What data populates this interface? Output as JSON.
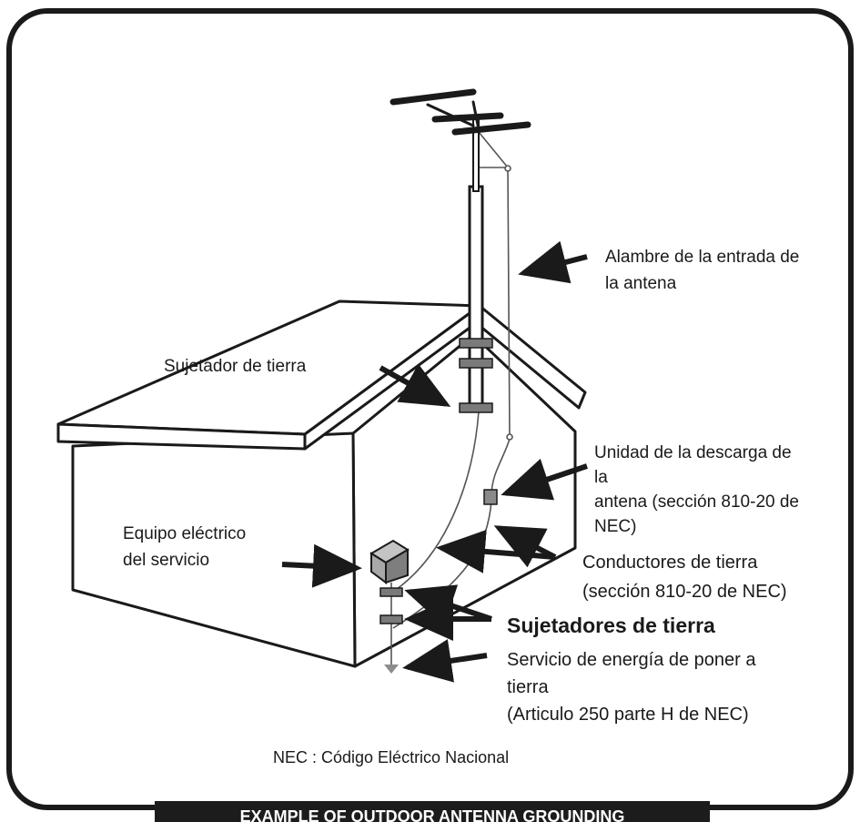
{
  "labels": {
    "antenna_lead_in": [
      "Alambre de la entrada de",
      "la antena"
    ],
    "ground_clamp": "Sujetador de tierra",
    "discharge_unit": [
      "Unidad de la descarga de",
      "la",
      "antena (sección 810-20 de",
      "NEC)"
    ],
    "service_equipment": [
      "Equipo eléctrico",
      "del servicio"
    ],
    "grounding_conductors": [
      "Conductores de tierra",
      "(sección 810-20 de NEC)"
    ],
    "ground_clamps": "Sujetadores de tierra",
    "power_service_ground": [
      "Servicio de energía de poner a",
      "tierra",
      "(Articulo 250 parte H de NEC)"
    ],
    "nec_note": "NEC : Código Eléctrico Nacional"
  },
  "footer": "EXAMPLE OF OUTDOOR ANTENNA GROUNDING",
  "colors": {
    "line": "#1a1a1a",
    "box": "#9a9a9a",
    "clamp": "#7a7a7a",
    "ground_spike": "#8c8c8c"
  }
}
